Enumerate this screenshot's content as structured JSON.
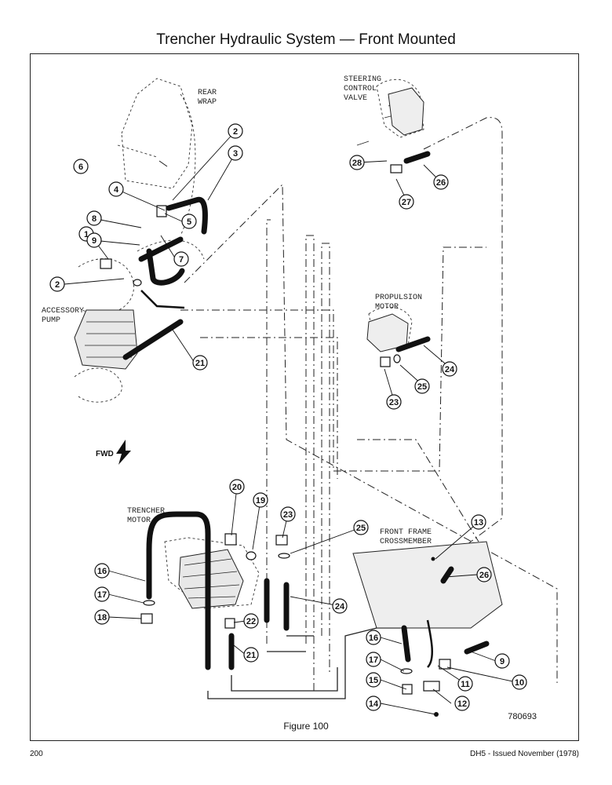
{
  "title": "Trencher Hydraulic System — Front Mounted",
  "labels": {
    "rear_wrap": [
      "REAR",
      "WRAP"
    ],
    "steering_control_valve": [
      "STEERING",
      "CONTROL",
      "VALVE"
    ],
    "accessory_pump": [
      "ACCESSORY",
      "PUMP"
    ],
    "propulsion_motor": [
      "PROPULSION",
      "MOTOR"
    ],
    "trencher_motor": [
      "TRENCHER",
      "MOTOR"
    ],
    "front_frame_crossmember": [
      "FRONT FRAME",
      "CROSSMEMBER"
    ],
    "fwd": "FWD"
  },
  "callouts": [
    "1",
    "2",
    "2",
    "3",
    "4",
    "5",
    "6",
    "7",
    "8",
    "9",
    "9",
    "10",
    "11",
    "12",
    "13",
    "14",
    "15",
    "16",
    "16",
    "17",
    "17",
    "18",
    "19",
    "20",
    "21",
    "21",
    "22",
    "23",
    "23",
    "24",
    "24",
    "25",
    "25",
    "26",
    "26",
    "27",
    "28"
  ],
  "figure_caption": "Figure 100",
  "figure_code": "780693",
  "footer": {
    "page_number": "200",
    "doc_info": "DH5 - Issued November (1978)"
  },
  "icons": [
    "fwd-arrow-icon"
  ]
}
